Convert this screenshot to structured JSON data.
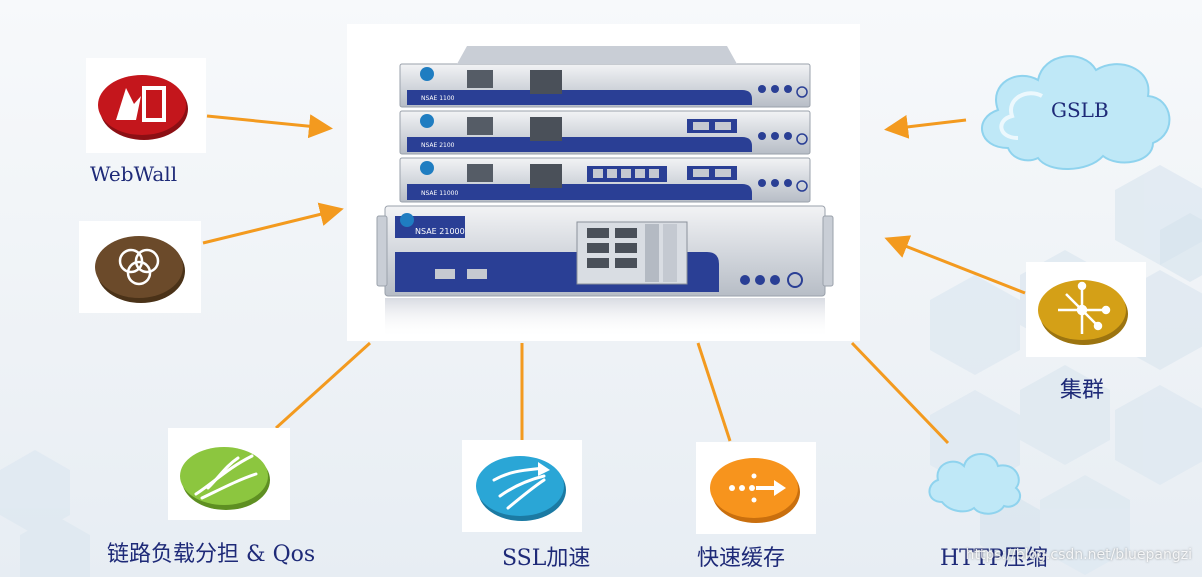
{
  "devices": [
    {
      "model": "NSAE 1100"
    },
    {
      "model": "NSAE 2100"
    },
    {
      "model": "NSAE 11000"
    },
    {
      "model": "NSAE 21000"
    }
  ],
  "features": {
    "webwall": "WebWall",
    "load_balance": "链路负载分担 & Qos",
    "ssl": "SSL加速",
    "cache": "快速缓存",
    "http_compress": "HTTP压缩",
    "cluster": "集群",
    "gslb": "GSLB"
  },
  "watermark": "https://blog.csdn.net/bluepangzi",
  "colors": {
    "arrow": "#f39a1f",
    "label": "#1e2a78",
    "device_blue": "#2a3f95",
    "webwall_icon": "#c4161c",
    "node_icon": "#6b4a2a",
    "load_icon": "#8cc63f",
    "ssl_icon": "#2aa6d6",
    "cache_icon": "#f7941d",
    "cluster_icon": "#d4a017",
    "cloud": "#bfe8f7"
  }
}
